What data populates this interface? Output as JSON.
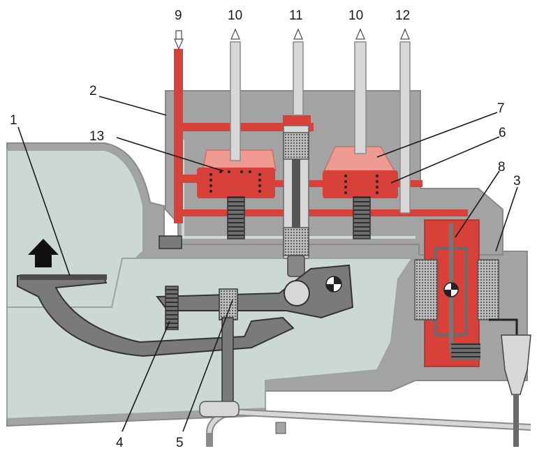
{
  "diagram": {
    "labels": [
      {
        "id": "label-1",
        "text": "1"
      },
      {
        "id": "label-2",
        "text": "2"
      },
      {
        "id": "label-3",
        "text": "3"
      },
      {
        "id": "label-4",
        "text": "4"
      },
      {
        "id": "label-5",
        "text": "5"
      },
      {
        "id": "label-6",
        "text": "6"
      },
      {
        "id": "label-7",
        "text": "7"
      },
      {
        "id": "label-8",
        "text": "8"
      },
      {
        "id": "label-9",
        "text": "9"
      },
      {
        "id": "label-10a",
        "text": "10"
      },
      {
        "id": "label-11",
        "text": "11"
      },
      {
        "id": "label-10b",
        "text": "10"
      },
      {
        "id": "label-12",
        "text": "12"
      },
      {
        "id": "label-13",
        "text": "13"
      }
    ]
  },
  "colors": {
    "pressure": "#d8403a",
    "pressure_light": "#ee9a90",
    "housing": "#a3a3a3",
    "housing_dark": "#7a7a7a",
    "cavity": "#ccd9d2",
    "metal": "#4d4d4d",
    "pipe": "#d7d7d7"
  }
}
